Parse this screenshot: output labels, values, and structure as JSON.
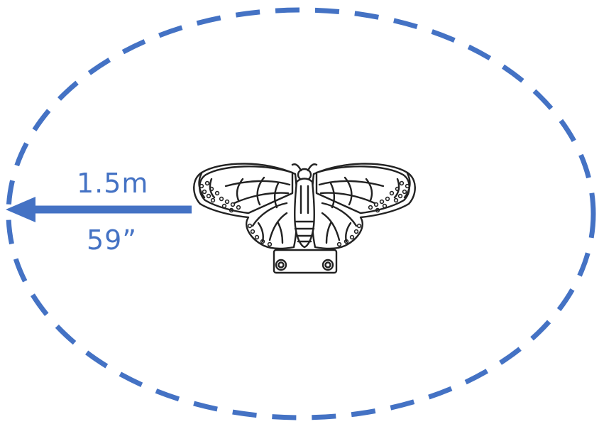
{
  "diagram": {
    "accent_color": "#4472C4",
    "radius_metric": "1.5m",
    "radius_imperial": "59”",
    "center_icon": "butterfly-icon",
    "boundary_style": "dashed-ellipse",
    "arrow_direction": "left"
  }
}
